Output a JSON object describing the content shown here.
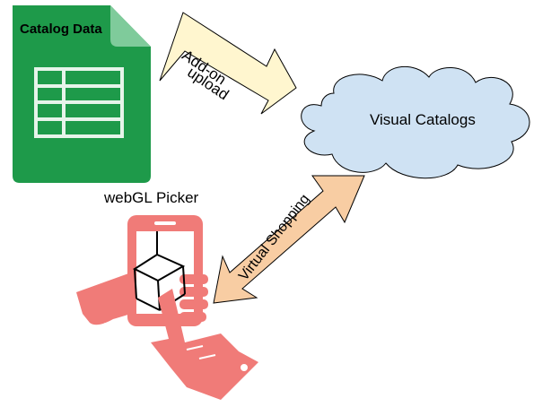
{
  "spreadsheet": {
    "title": "Catalog Data",
    "color": "#1e9a4a",
    "fold_color": "#7fcb9b"
  },
  "upload_arrow": {
    "line1": "Add-on",
    "line2": "upload",
    "color": "#fff6cf"
  },
  "cloud": {
    "label": "Visual Catalogs",
    "color": "#cfe2f3"
  },
  "shopping_arrow": {
    "label": "Virtual Shopping",
    "color": "#f8cda3"
  },
  "picker": {
    "title": "webGL Picker",
    "color": "#f07b78"
  }
}
